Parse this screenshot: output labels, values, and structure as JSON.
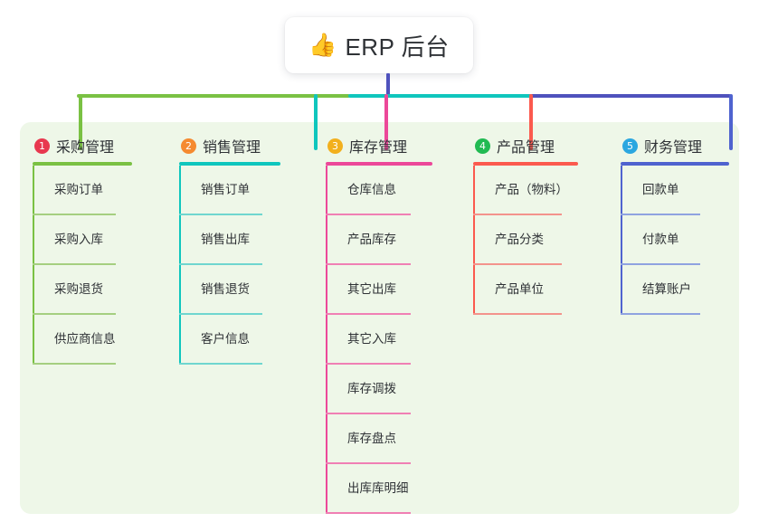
{
  "diagram": {
    "title": "ERP 后台 mindmap",
    "root": {
      "emoji": "👍",
      "emoji_name": "thumbs-up-icon",
      "label": "ERP 后台"
    },
    "panel_color": "#eef7e8",
    "branches": [
      {
        "number": "1",
        "label": "采购管理",
        "badge_color": "#e8384f",
        "line_color": "#7ac143",
        "leaf_line_color": "#a5cf80",
        "items": [
          "采购订单",
          "采购入库",
          "采购退货",
          "供应商信息"
        ]
      },
      {
        "number": "2",
        "label": "销售管理",
        "badge_color": "#f58a30",
        "line_color": "#0fc6bd",
        "leaf_line_color": "#6fd6cf",
        "items": [
          "销售订单",
          "销售出库",
          "销售退货",
          "客户信息"
        ]
      },
      {
        "number": "3",
        "label": "库存管理",
        "badge_color": "#f2b01e",
        "line_color": "#ec4899",
        "leaf_line_color": "#f07fb4",
        "items": [
          "仓库信息",
          "产品库存",
          "其它出库",
          "其它入库",
          "库存调拨",
          "库存盘点",
          "出库库明细"
        ]
      },
      {
        "number": "4",
        "label": "产品管理",
        "badge_color": "#21ba52",
        "line_color": "#fb5a4e",
        "leaf_line_color": "#f3938c",
        "items": [
          "产品（物料）",
          "产品分类",
          "产品单位"
        ]
      },
      {
        "number": "5",
        "label": "财务管理",
        "badge_color": "#2ba7e0",
        "line_color": "#4f63cf",
        "leaf_line_color": "#8fa3e0",
        "items": [
          "回款单",
          "付款单",
          "结算账户"
        ]
      }
    ]
  }
}
